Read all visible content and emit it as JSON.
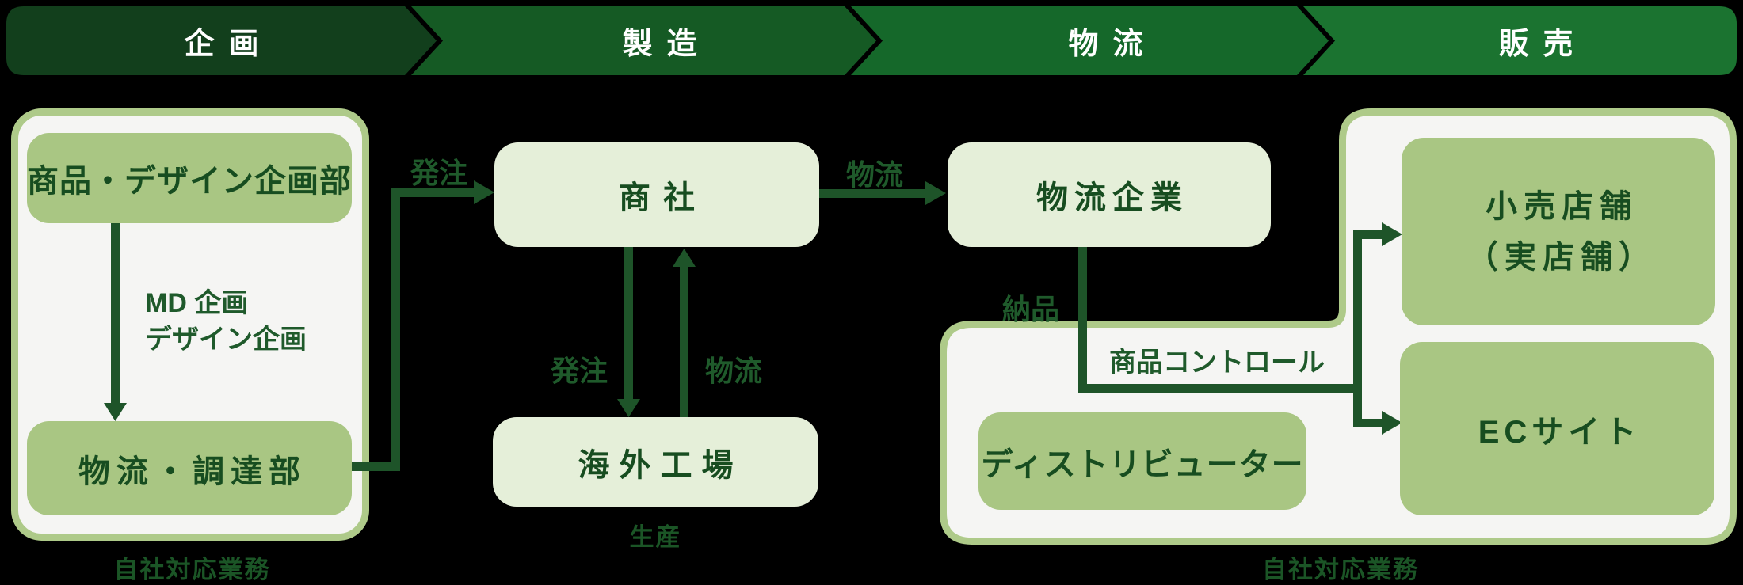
{
  "colors": {
    "background": "#000000",
    "stage_fills": [
      "#123f1c",
      "#155a24",
      "#15682a",
      "#1b7330"
    ],
    "stage_text": "#ffffff",
    "container_fill": "#f5f5f3",
    "container_border": "#aeca89",
    "box_green_fill": "#a9c683",
    "box_light_fill": "#e5efd9",
    "box_text": "#174d20",
    "arrow": "#1e5429",
    "label_text": "#1f5a2b"
  },
  "stages": [
    {
      "label": "企画"
    },
    {
      "label": "製造"
    },
    {
      "label": "物流"
    },
    {
      "label": "販売"
    }
  ],
  "planning": {
    "dept_box": "商品・デザイン企画部",
    "flow_note_line1": "MD 企画",
    "flow_note_line2": "デザイン企画",
    "logistics_box": "物流・調達部",
    "caption": "自社対応業務"
  },
  "manufacturing": {
    "order_in_label": "発注",
    "trading_box": "商社",
    "order_down_label": "発注",
    "logistics_up_label": "物流",
    "factory_box": "海外工場",
    "caption": "生産"
  },
  "logistics": {
    "flow_in_label": "物流",
    "company_box": "物流企業",
    "delivery_label": "納品",
    "control_label": "商品コントロール",
    "distributor_box": "ディストリビューター",
    "caption": "自社対応業務"
  },
  "sales": {
    "retail_box_line1": "小売店舗",
    "retail_box_line2": "（実店舗）",
    "ec_box": "ECサイト"
  }
}
